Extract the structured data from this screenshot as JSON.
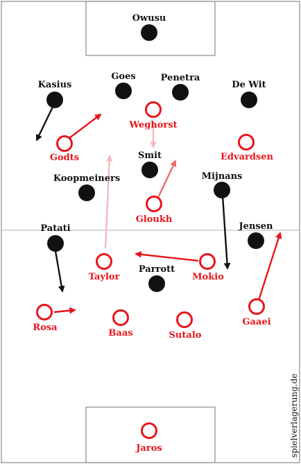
{
  "watermark": "spielverlagerung.de",
  "colors": {
    "black_team": "#111111",
    "red_team": "#e8141b",
    "faded_red": "#f6b7bb",
    "mid_red": "#ef6b6b",
    "pitch_lines": "#8a8a8a"
  },
  "players": {
    "black": [
      {
        "id": "owusu",
        "name": "Owusu"
      },
      {
        "id": "kasius",
        "name": "Kasius"
      },
      {
        "id": "goes",
        "name": "Goes"
      },
      {
        "id": "penetra",
        "name": "Penetra"
      },
      {
        "id": "dewit",
        "name": "De Wit"
      },
      {
        "id": "smit",
        "name": "Smit"
      },
      {
        "id": "koopmeiners",
        "name": "Koopmeiners"
      },
      {
        "id": "mijnans",
        "name": "Mijnans"
      },
      {
        "id": "patati",
        "name": "Patati"
      },
      {
        "id": "jensen",
        "name": "Jensen"
      },
      {
        "id": "parrott",
        "name": "Parrott"
      }
    ],
    "red": [
      {
        "id": "weghorst",
        "name": "Weghorst"
      },
      {
        "id": "godts",
        "name": "Godts"
      },
      {
        "id": "edvardsen",
        "name": "Edvardsen"
      },
      {
        "id": "gloukh",
        "name": "Gloukh"
      },
      {
        "id": "taylor",
        "name": "Taylor"
      },
      {
        "id": "mokio",
        "name": "Mokio"
      },
      {
        "id": "rosa",
        "name": "Rosa"
      },
      {
        "id": "baas",
        "name": "Baas"
      },
      {
        "id": "sutalo",
        "name": "Sutalo"
      },
      {
        "id": "gaaei",
        "name": "Gaaei"
      },
      {
        "id": "jaros",
        "name": "Jaros"
      }
    ]
  }
}
